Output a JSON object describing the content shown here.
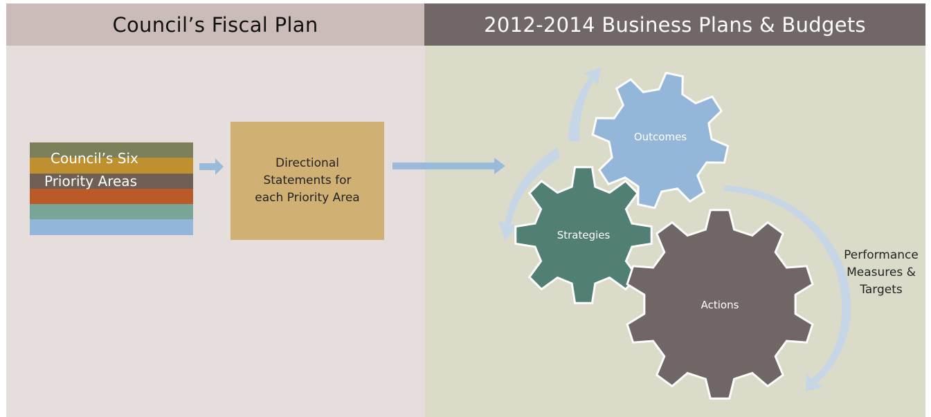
{
  "headers": {
    "left_title": "Council’s Fiscal Plan",
    "right_title": "2012-2014 Business Plans & Budgets"
  },
  "priority_stack": {
    "line1": "Council’s Six",
    "line2": "Priority Areas",
    "band_colors": [
      "#7d7f5a",
      "#bf902f",
      "#6f5f55",
      "#b95a28",
      "#79a496",
      "#93b5d9"
    ]
  },
  "directional_box": {
    "label": "Directional\nStatements for\neach Priority Area"
  },
  "gears": {
    "outcomes": "Outcomes",
    "strategies": "Strategies",
    "actions": "Actions"
  },
  "cycle_label": "Performance\nMeasures &\nTargets",
  "colors": {
    "left_header": "#cbbcb9",
    "right_header": "#716766",
    "left_bg": "#e6dedc",
    "right_bg": "#dadcc9",
    "box": "#d1b173",
    "arrow": "#9bbad9",
    "cycle_arrow": "#c6d6e6",
    "gear_outcomes": "#94b6d8",
    "gear_strategies": "#527f73",
    "gear_actions": "#706665"
  }
}
